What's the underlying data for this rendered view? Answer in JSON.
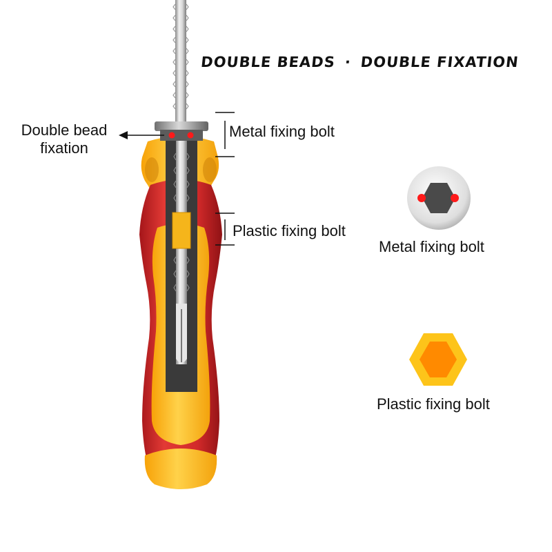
{
  "headline": {
    "part1": "DOUBLE BEADS",
    "separator": "·",
    "part2": "DOUBLE FIXATION"
  },
  "callouts": {
    "double_bead_line1": "Double bead",
    "double_bead_line2": "fixation",
    "metal_bolt": "Metal fixing bolt",
    "plastic_bolt": "Plastic fixing bolt"
  },
  "icons": {
    "metal_label": "Metal fixing bolt",
    "plastic_label": "Plastic fixing bolt"
  },
  "colors": {
    "handle_red": "#d0282a",
    "handle_yellow": "#fdb515",
    "bead_red": "#ff1a1a",
    "metal_gray": "#4a4a4a",
    "plastic_orange": "#ff8a00"
  },
  "icon_names": [
    "screwdriver-illustration",
    "arrow-left-icon",
    "metal-hex-bolt-icon",
    "plastic-hex-bolt-icon"
  ]
}
